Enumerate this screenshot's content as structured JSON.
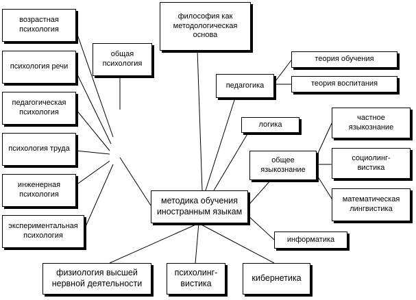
{
  "nodes": {
    "philosophy": "философия как\nметодологическая\nоснова",
    "pedagogy": "педагогика",
    "theory_learning": "теория обучения",
    "theory_upbringing": "теория воспитания",
    "logic": "логика",
    "general_linguistics": "общее\nязыкознание",
    "particular_linguistics": "частное\nязыкознание",
    "sociolinguistics": "социолинг-\nвистика",
    "math_linguistics": "математическая\nлингвистика",
    "methodology": "методика обучения\nиностранным языкам",
    "informatics": "информатика",
    "physiology": "физиология высшей\nнервной деятельности",
    "psycholinguistics": "психолинг-\nвистика",
    "cybernetics": "кибернетика",
    "general_psychology": "общая\nпсихология",
    "age_psychology": "возрастная\nпсихология",
    "speech_psychology": "психология речи",
    "pedagogical_psychology": "педагогическая\nпсихология",
    "labor_psychology": "психология труда",
    "engineering_psychology": "инженерная\nпсихология",
    "experimental_psychology": "экспериментальная\nпсихология"
  },
  "edges": [
    [
      "philosophy",
      "methodology"
    ],
    [
      "pedagogy",
      "methodology"
    ],
    [
      "pedagogy",
      "theory_learning"
    ],
    [
      "pedagogy",
      "theory_upbringing"
    ],
    [
      "logic",
      "methodology"
    ],
    [
      "general_linguistics",
      "methodology"
    ],
    [
      "general_linguistics",
      "particular_linguistics"
    ],
    [
      "general_linguistics",
      "sociolinguistics"
    ],
    [
      "general_linguistics",
      "math_linguistics"
    ],
    [
      "methodology",
      "informatics"
    ],
    [
      "methodology",
      "physiology"
    ],
    [
      "methodology",
      "psycholinguistics"
    ],
    [
      "methodology",
      "cybernetics"
    ],
    [
      "general_psychology",
      "methodology"
    ],
    [
      "age_psychology",
      "general_psychology"
    ],
    [
      "speech_psychology",
      "general_psychology"
    ],
    [
      "pedagogical_psychology",
      "general_psychology"
    ],
    [
      "labor_psychology",
      "general_psychology"
    ],
    [
      "engineering_psychology",
      "general_psychology"
    ],
    [
      "experimental_psychology",
      "general_psychology"
    ]
  ]
}
